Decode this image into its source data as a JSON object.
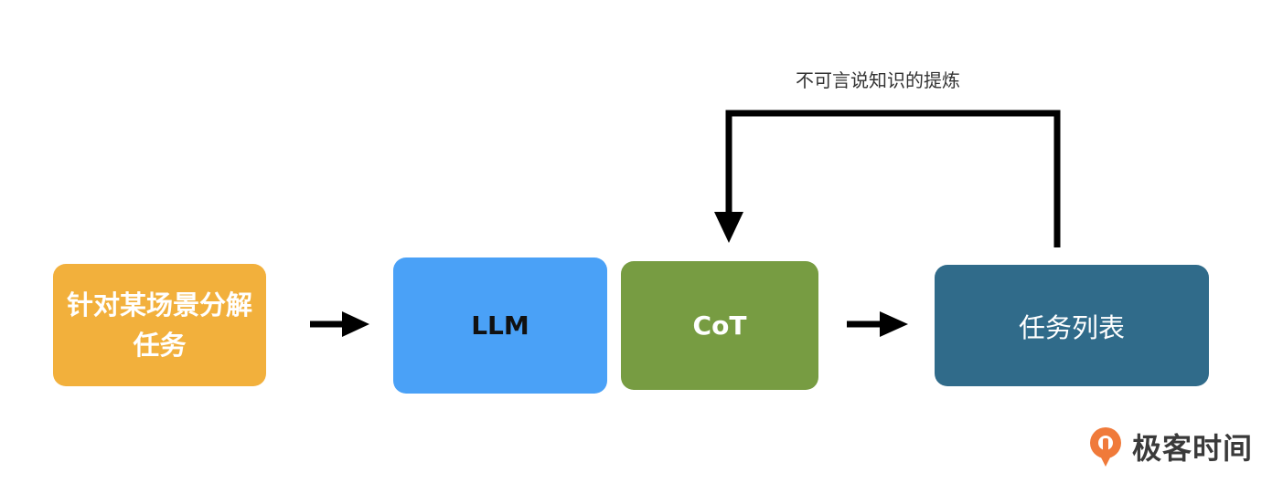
{
  "nodes": {
    "task_decompose": {
      "label_line1": "针对某场景分解",
      "label_line2": "任务"
    },
    "llm": {
      "label": "LLM"
    },
    "cot": {
      "label": "CoT"
    },
    "task_list": {
      "label": "任务列表"
    }
  },
  "edges": {
    "feedback_label": "不可言说知识的提炼"
  },
  "logo": {
    "text": "极客时间"
  },
  "colors": {
    "task_decompose": "#f2b03c",
    "llm": "#4aa1f7",
    "cot": "#779c42",
    "task_list": "#306b8a",
    "logo_accent": "#f07a3a"
  }
}
